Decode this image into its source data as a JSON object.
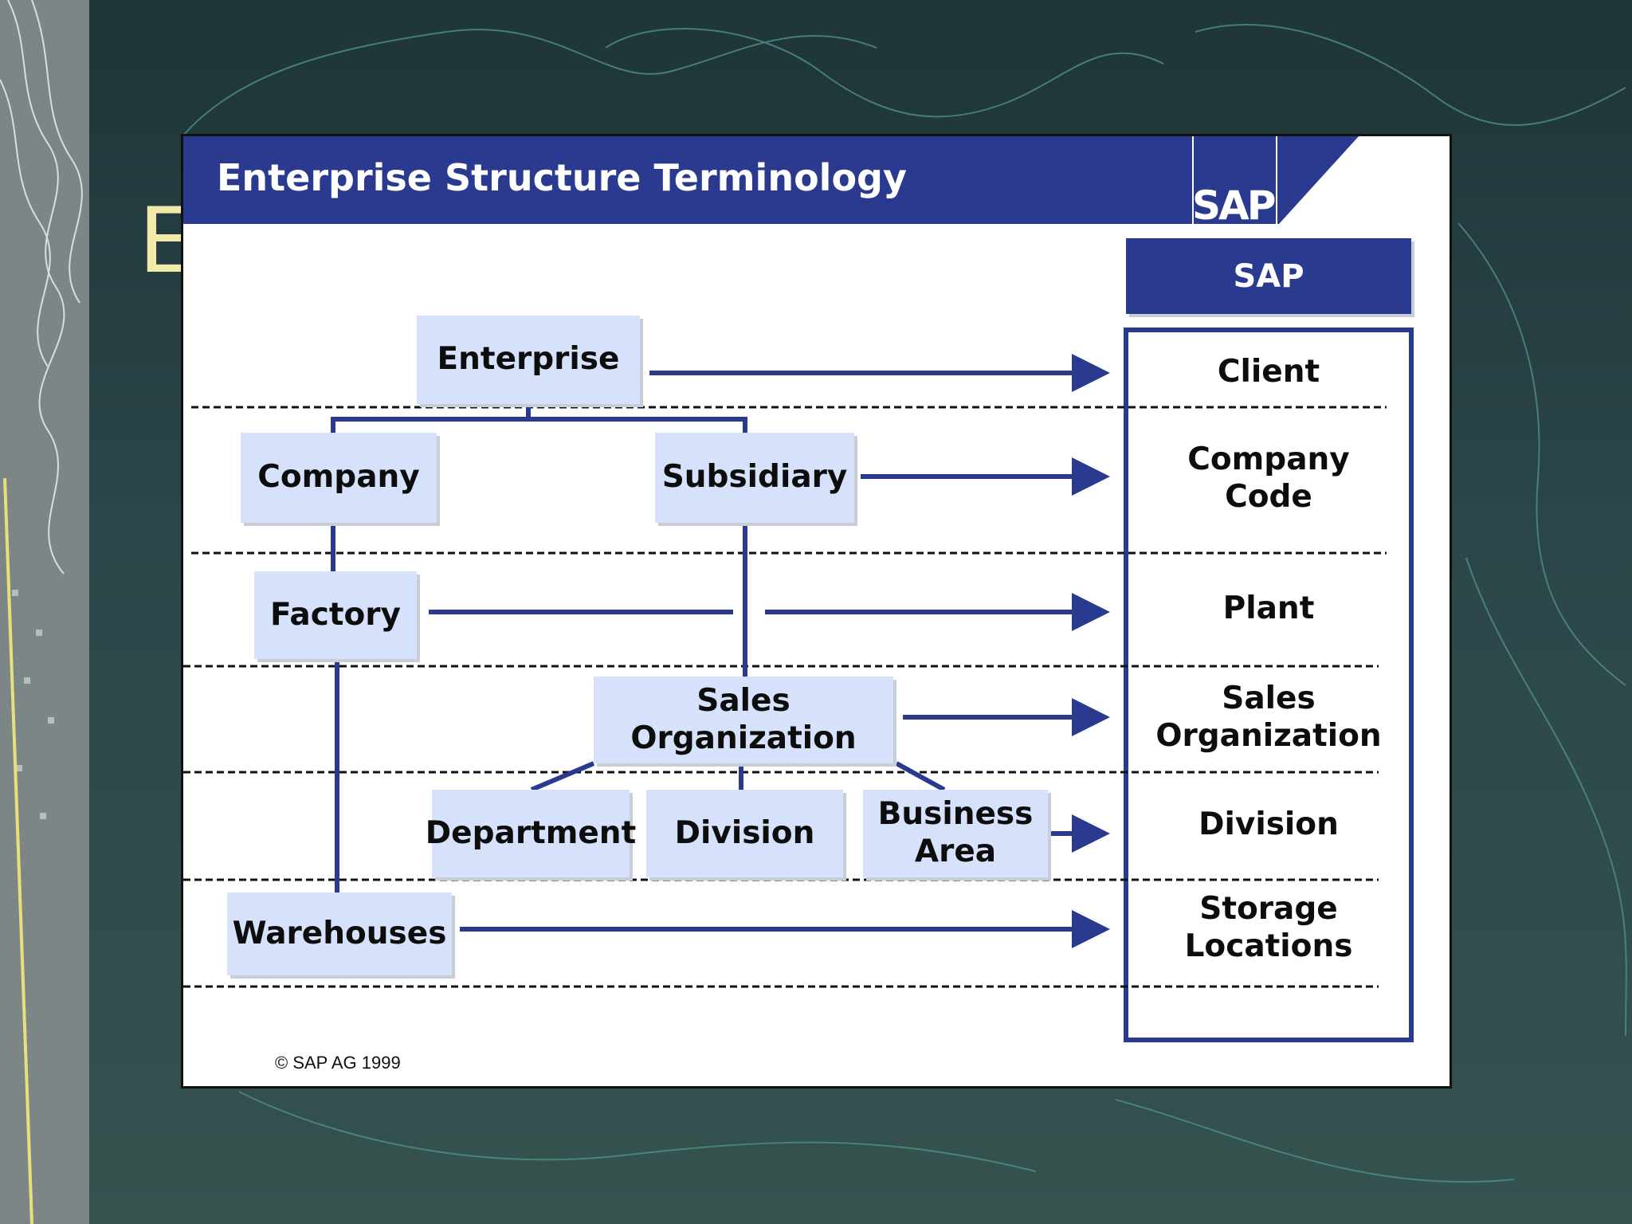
{
  "slide_letter": "E",
  "slide": {
    "title": "Enterprise Structure Terminology",
    "logo_text": "SAP",
    "sap_header": "SAP",
    "copyright": "© SAP AG 1999"
  },
  "left_boxes": {
    "enterprise": "Enterprise",
    "company": "Company",
    "subsidiary": "Subsidiary",
    "factory": "Factory",
    "sales_org_line1": "Sales",
    "sales_org_line2": "Organization",
    "department": "Department",
    "division": "Division",
    "business_area_line1": "Business",
    "business_area_line2": "Area",
    "warehouses": "Warehouses"
  },
  "sap_terms": {
    "client": "Client",
    "company_code_line1": "Company",
    "company_code_line2": "Code",
    "plant": "Plant",
    "sales_org_line1": "Sales",
    "sales_org_line2": "Organization",
    "division": "Division",
    "storage_line1": "Storage",
    "storage_line2": "Locations"
  },
  "colors": {
    "accent": "#2a3b8f",
    "box_fill": "#d6e2fb",
    "background": "#2b4749"
  }
}
